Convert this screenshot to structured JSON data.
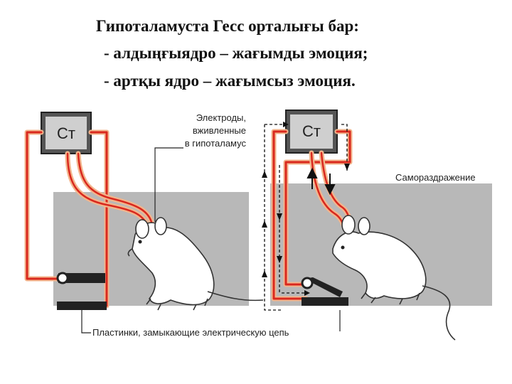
{
  "title": {
    "line1": "Гипоталамуста Гесс орталығы бар:",
    "line2": "- алдыңғыядро  – жағымды эмоция;",
    "line3": "- артқы ядро – жағымсыз эмоция."
  },
  "diagram": {
    "device_left": "Ст",
    "device_right": "Ст",
    "label_electrodes": [
      "Электроды,",
      "вживленные",
      "в гипоталамус"
    ],
    "label_self_stim": "Самораздражение",
    "label_plates": "Пластинки, замыкающие электрическую цепь"
  },
  "colors": {
    "wire_red": "#d9281e",
    "wire_halo": "#f3b58c",
    "floor_gray": "#b8b8b8",
    "box_gray": "#555555"
  }
}
